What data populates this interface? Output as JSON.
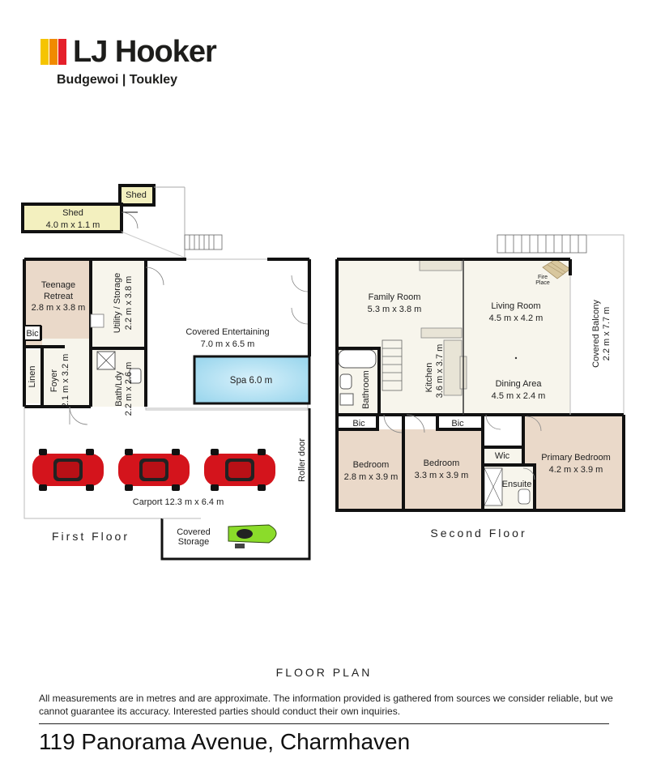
{
  "brand": {
    "name": "LJ Hooker",
    "office": "Budgewoi | Toukley",
    "colors": {
      "yellow": "#f5c400",
      "orange": "#f08a00",
      "red": "#e5202a"
    }
  },
  "floors": {
    "first": "First Floor",
    "second": "Second Floor"
  },
  "rooms": {
    "shed_small": "Shed",
    "shed_large_name": "Shed",
    "shed_large_dim": "4.0 m x 1.1 m",
    "teenage_name_1": "Teenage",
    "teenage_name_2": "Retreat",
    "teenage_dim": "2.8 m x 3.8 m",
    "bic": "Bic",
    "utility": "Utility / Storage",
    "utility_dim": "2.2 m x 3.8 m",
    "covered_entertaining": "Covered Entertaining",
    "covered_entertaining_dim": "7.0 m x 6.5 m",
    "spa": "Spa 6.0 m",
    "linen": "Linen",
    "foyer": "Foyer",
    "foyer_dim": "2.1 m x 3.2 m",
    "bath_ldy": "Bath/Ldy",
    "bath_ldy_dim": "2.2 m x 2.6 m",
    "roller_door": "Roller door",
    "carport": "Carport 12.3 m x 6.4 m",
    "covered_storage_1": "Covered",
    "covered_storage_2": "Storage",
    "family_room": "Family Room",
    "family_room_dim": "5.3 m x 3.8 m",
    "living_room": "Living Room",
    "living_room_dim": "4.5 m x 4.2 m",
    "fire_place_1": "Fire",
    "fire_place_2": "Place",
    "covered_balcony": "Covered Balcony",
    "covered_balcony_dim": "2.2 m x 7.7 m",
    "bathroom": "Bathroom",
    "kitchen": "Kitchen",
    "kitchen_dim": "3.6 m x 3.7 m",
    "dining_area": "Dining Area",
    "dining_area_dim": "4.5 m x 2.4 m",
    "bic_2": "Bic",
    "bic_3": "Bic",
    "wic": "Wic",
    "ensuite": "Ensuite",
    "primary_bedroom": "Primary Bedroom",
    "primary_bedroom_dim": "4.2 m x 3.9 m",
    "bedroom_1": "Bedroom",
    "bedroom_1_dim": "2.8 m x 3.9 m",
    "bedroom_2": "Bedroom",
    "bedroom_2_dim": "3.3 m x 3.9 m"
  },
  "footer": {
    "title": "FLOOR PLAN",
    "disclaimer": "All measurements are in metres and are approximate. The information provided is gathered from sources we consider reliable, but we cannot guarantee its accuracy. Interested parties should conduct their own inquiries.",
    "address": "119 Panorama Avenue, Charmhaven"
  }
}
